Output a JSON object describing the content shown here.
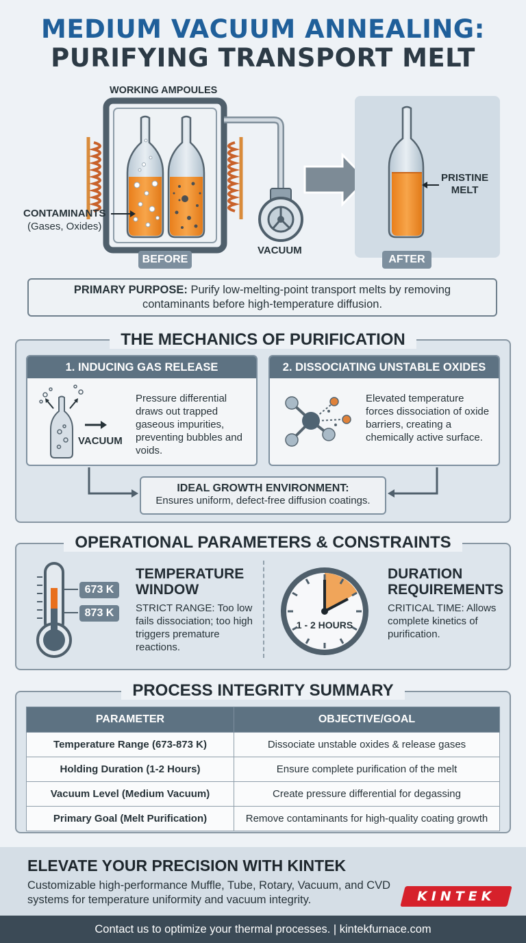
{
  "header": {
    "title_line1": "MEDIUM VACUUM ANNEALING:",
    "title_line2": "PURIFYING TRANSPORT MELT"
  },
  "hero": {
    "working_ampoules": "WORKING AMPOULES",
    "contaminants_label": "CONTAMINANTS",
    "contaminants_sub": "(Gases, Oxides)",
    "vacuum_label": "VACUUM",
    "before_tag": "BEFORE",
    "after_tag": "AFTER",
    "pristine_line1": "PRISTINE",
    "pristine_line2": "MELT"
  },
  "purpose": {
    "label": "PRIMARY PURPOSE:",
    "text": "Purify low-melting-point transport melts by removing contaminants before high-temperature diffusion."
  },
  "mechanics": {
    "heading": "THE MECHANICS OF PURIFICATION",
    "card1_title": "1. INDUCING GAS RELEASE",
    "card1_icon_label": "VACUUM",
    "card1_text": "Pressure differential draws out trapped gaseous impurities, preventing bubbles and voids.",
    "card2_title": "2. DISSOCIATING UNSTABLE OXIDES",
    "card2_text": "Elevated temperature forces dissociation of oxide barriers, creating a chemically active surface.",
    "ideal_title": "IDEAL GROWTH ENVIRONMENT:",
    "ideal_text": "Ensures uniform, defect-free diffusion coatings."
  },
  "params": {
    "heading": "OPERATIONAL PARAMETERS & CONSTRAINTS",
    "temp_low": "673 K",
    "temp_high": "873 K",
    "temp_title_line1": "TEMPERATURE",
    "temp_title_line2": "WINDOW",
    "temp_text": "STRICT RANGE: Too low fails dissociation; too high triggers premature reactions.",
    "clock_label": "1 - 2 HOURS",
    "duration_title_line1": "DURATION",
    "duration_title_line2": "REQUIREMENTS",
    "duration_text": "CRITICAL TIME: Allows complete kinetics of purification."
  },
  "summary": {
    "heading": "PROCESS INTEGRITY SUMMARY",
    "columns": [
      "PARAMETER",
      "OBJECTIVE/GOAL"
    ],
    "rows": [
      [
        "Temperature Range (673-873 K)",
        "Dissociate unstable oxides & release gases"
      ],
      [
        "Holding Duration (1-2 Hours)",
        "Ensure complete purification of the melt"
      ],
      [
        "Vacuum Level (Medium Vacuum)",
        "Create pressure differential for degassing"
      ],
      [
        "Primary Goal (Melt Purification)",
        "Remove contaminants for high-quality coating growth"
      ]
    ]
  },
  "footer": {
    "title": "ELEVATE YOUR PRECISION WITH KINTEK",
    "text": "Customizable high-performance Muffle, Tube, Rotary, Vacuum, and CVD systems for temperature uniformity and vacuum integrity.",
    "logo": "KINTEK",
    "contact": "Contact us to optimize your thermal processes. | kintekfurnace.com"
  },
  "colors": {
    "title_blue": "#1f5f9a",
    "melt_orange": "#f0922e",
    "header_slate": "#5d7282",
    "brand_red": "#d6212b"
  }
}
